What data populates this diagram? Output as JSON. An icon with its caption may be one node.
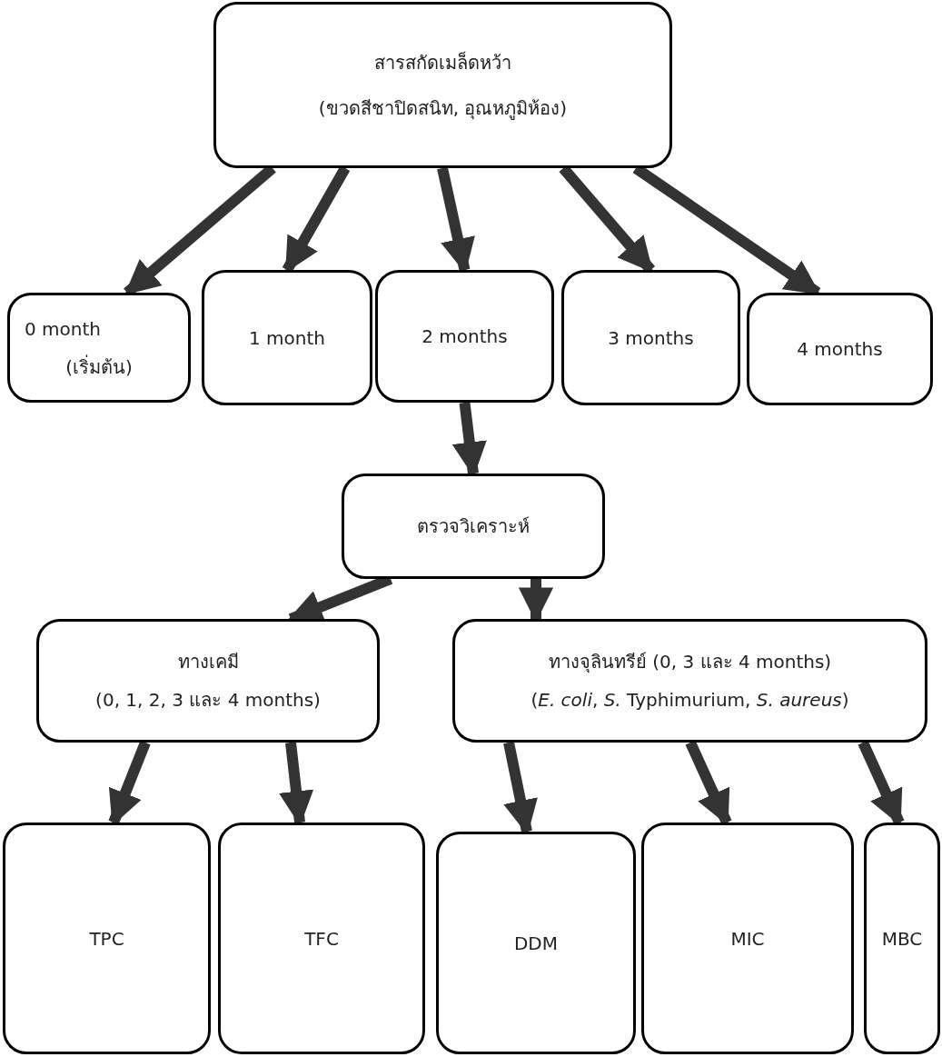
{
  "diagram": {
    "nodes": [
      {
        "text": [
          "สารสกัดเมล็ดหว้า",
          "(ขวดสีชาปิดสนิท, อุณหภูมิห้อง)"
        ]
      },
      {
        "text": [
          "0 month",
          "(เริ่มต้น)"
        ]
      },
      {
        "text": [
          "1 month"
        ]
      },
      {
        "text": [
          "2 months"
        ]
      },
      {
        "text": [
          "3 months"
        ]
      },
      {
        "text": [
          "4 months"
        ]
      },
      {
        "text": [
          "ตรวจวิเคราะห์"
        ]
      },
      {
        "text": [
          "ทางเคมี",
          "(0, 1, 2, 3 และ 4 months)"
        ]
      },
      {
        "text": [
          "ทางจุลินทรีย์ (0, 3 และ 4 months)",
          "(*E. coli*, *S.* Typhimurium, *S. aureus*)"
        ]
      },
      {
        "text": [
          "TPC"
        ]
      },
      {
        "text": [
          "TFC"
        ]
      },
      {
        "text": [
          "DDM"
        ]
      },
      {
        "text": [
          "MIC"
        ]
      },
      {
        "text": [
          "MBC"
        ]
      }
    ],
    "edges": [
      {
        "from": 0,
        "to": 1,
        "arrow": "to"
      },
      {
        "from": 0,
        "to": 2,
        "arrow": "to"
      },
      {
        "from": 0,
        "to": 3,
        "arrow": "to"
      },
      {
        "from": 0,
        "to": 4,
        "arrow": "to"
      },
      {
        "from": 0,
        "to": 5,
        "arrow": "to"
      },
      {
        "from": 3,
        "to": 6,
        "arrow": "to"
      },
      {
        "from": 6,
        "to": 7,
        "arrow": "to"
      },
      {
        "from": 6,
        "to": 8,
        "arrow": "to"
      },
      {
        "from": 7,
        "to": 9,
        "arrow": "to"
      },
      {
        "from": 7,
        "to": 10,
        "arrow": "to"
      },
      {
        "from": 8,
        "to": 11,
        "arrow": "to"
      },
      {
        "from": 8,
        "to": 12,
        "arrow": "to"
      },
      {
        "from": 8,
        "to": 13,
        "arrow": "to"
      }
    ]
  }
}
